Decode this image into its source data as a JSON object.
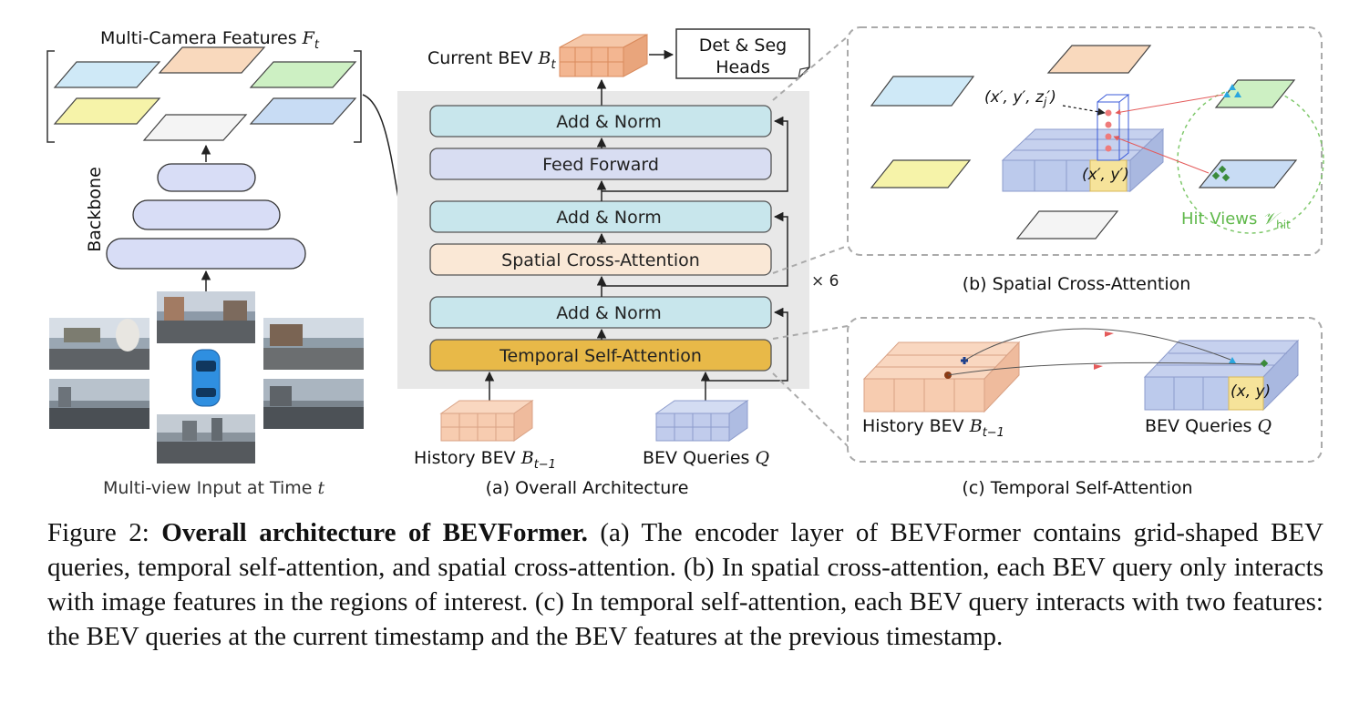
{
  "figure": {
    "input_panel": {
      "features_label": "Multi-Camera Features ",
      "features_symbol": "F",
      "features_sub": "t",
      "backbone_label": "Backbone",
      "input_label_prefix": "Multi-view Input at Time ",
      "input_label_var": "t"
    },
    "architecture": {
      "current_bev_label": "Current BEV ",
      "current_bev_symbol": "B",
      "current_bev_sub": "t",
      "heads_line1": "Det & Seg",
      "heads_line2": "Heads",
      "blocks": [
        "Add & Norm",
        "Feed Forward",
        "Add & Norm",
        "Spatial Cross-Attention",
        "Add & Norm",
        "Temporal Self-Attention"
      ],
      "repeat": "× 6",
      "history_label": "History BEV ",
      "history_symbol": "B",
      "history_sub": "t−1",
      "queries_label": "BEV Queries ",
      "queries_symbol": "Q",
      "caption": "(a) Overall Architecture"
    },
    "spatial_panel": {
      "point_label": "(x′, y′, z",
      "point_sub": "j",
      "point_end": "′)",
      "grid_label": "(x′, y′)",
      "hit_label": "Hit Views ",
      "hit_symbol": "𝒱",
      "hit_sub": "hit",
      "caption": "(b) Spatial Cross-Attention"
    },
    "temporal_panel": {
      "history_label": "History BEV ",
      "history_symbol": "B",
      "history_sub": "t−1",
      "queries_label": "BEV Queries ",
      "queries_symbol": "Q",
      "grid_label": "(x, y)",
      "caption": "(c) Temporal Self-Attention"
    }
  },
  "caption": {
    "prefix": "Figure 2: ",
    "title": "Overall architecture of BEVFormer.",
    "body": " (a) The encoder layer of BEVFormer contains grid-shaped BEV queries, temporal self-attention, and spatial cross-attention. (b) In spatial cross-attention, each BEV query only interacts with image features in the regions of interest. (c) In temporal self-attention, each BEV query interacts with two features: the BEV queries at the current timestamp and the BEV features at the previous timestamp."
  }
}
